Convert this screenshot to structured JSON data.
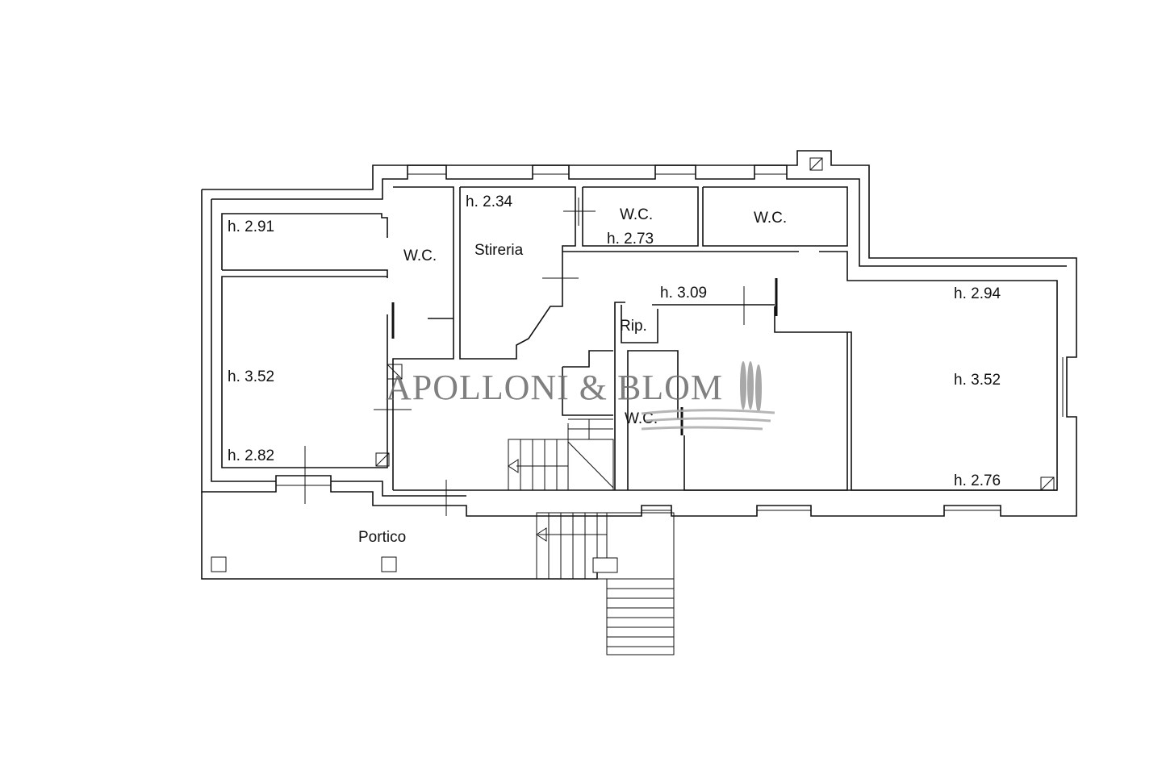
{
  "plan": {
    "rooms": [
      {
        "id": "left-top",
        "height_label": "h. 2.91"
      },
      {
        "id": "left-big",
        "height_label": "h. 3.52",
        "height_label_2": "h. 2.82"
      },
      {
        "id": "wc-left",
        "name": "W.C."
      },
      {
        "id": "stireria",
        "name": "Stireria",
        "height_label": "h. 2.34"
      },
      {
        "id": "wc-mid",
        "name": "W.C.",
        "height_label": "h. 2.73"
      },
      {
        "id": "wc-right",
        "name": "W.C."
      },
      {
        "id": "hall",
        "height_label": "h. 3.09"
      },
      {
        "id": "rip",
        "name": "Rip."
      },
      {
        "id": "wc-center",
        "name": "W.C."
      },
      {
        "id": "right-big",
        "height_label": "h. 2.94",
        "height_label_2": "h. 3.52",
        "height_label_3": "h. 2.76"
      },
      {
        "id": "portico",
        "name": "Portico"
      }
    ]
  },
  "watermark": {
    "text": "APOLLONI & BLOM",
    "color": "#6b6b6b"
  }
}
